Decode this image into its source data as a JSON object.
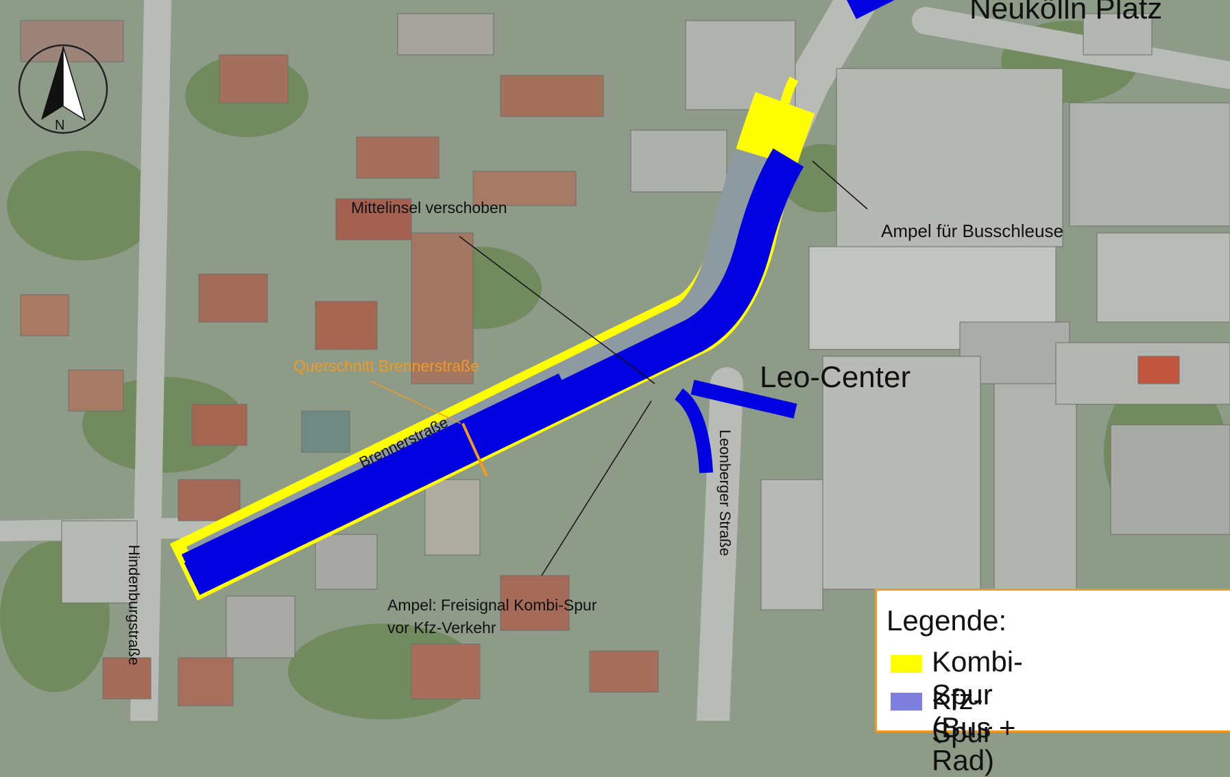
{
  "map": {
    "north_label": "N",
    "place_top": "Neukölln Platz",
    "place_center": "Leo-Center",
    "street_brenner": "Brennerstraße",
    "street_hindenburg": "Hindenburgstraße",
    "street_leonberger": "Leonberger Straße",
    "section_label": "Querschnitt Brennerstraße",
    "annotation_median": "Mittelinsel verschoben",
    "annotation_bus_signal": "Ampel für Busschleuse",
    "annotation_signal_line1": "Ampel: Freisignal Kombi-Spur",
    "annotation_signal_line2": "vor Kfz-Verkehr"
  },
  "legend": {
    "title": "Legende:",
    "items": [
      {
        "label": "Kombi-Spur (Bus + Rad)",
        "color": "#ffff00"
      },
      {
        "label": "Kfz-Spur",
        "color": "#7f7fe0"
      }
    ]
  },
  "colors": {
    "kombi_lane": "#ffff00",
    "kfz_lane": "#0000e0",
    "section_line": "#f39a1e",
    "annotation_line": "#111111"
  }
}
